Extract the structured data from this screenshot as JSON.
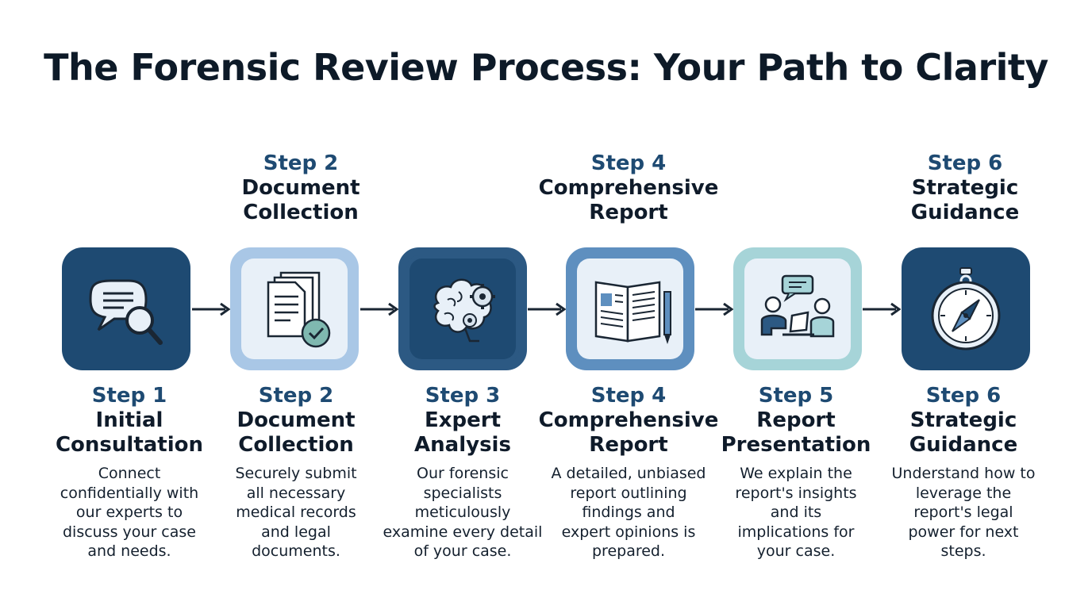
{
  "title": "The Forensic Review Process: Your Path to Clarity",
  "top_labels": [
    {
      "step": "Step 2",
      "name": "Document\nCollection"
    },
    {
      "step": "Step 4",
      "name": "Comprehensive\nReport"
    },
    {
      "step": "Step 6",
      "name": "Strategic\nGuidance"
    }
  ],
  "steps": [
    {
      "step": "Step 1",
      "name": "Initial\nConsultation",
      "desc": "Connect\nconfidentially with\nour experts to\ndiscuss your case\nand needs.",
      "icon": "chat-search-icon",
      "color": "#1e4a72"
    },
    {
      "step": "Step 2",
      "name": "Document\nCollection",
      "desc": "Securely submit\nall necessary\nmedical records\nand legal\ndocuments.",
      "icon": "documents-check-icon",
      "color": "#a9c7e6"
    },
    {
      "step": "Step 3",
      "name": "Expert\nAnalysis",
      "desc": "Our forensic\nspecialists\nmeticulously\nexamine every detail\nof your case.",
      "icon": "brain-gears-icon",
      "color": "#2c5983"
    },
    {
      "step": "Step 4",
      "name": "Comprehensive\nReport",
      "desc": "A detailed, unbiased\nreport outlining\nfindings and\nexpert opinions is\nprepared.",
      "icon": "open-book-pen-icon",
      "color": "#5e8fbf"
    },
    {
      "step": "Step 5",
      "name": "Report\nPresentation",
      "desc": "We explain the\nreport's insights\nand its\nimplications for\nyour case.",
      "icon": "meeting-presentation-icon",
      "color": "#a6d4d8"
    },
    {
      "step": "Step 6",
      "name": "Strategic\nGuidance",
      "desc": "Understand how to\nleverage the\nreport's legal\npower for next\nsteps.",
      "icon": "compass-icon",
      "color": "#1e4a72"
    }
  ]
}
